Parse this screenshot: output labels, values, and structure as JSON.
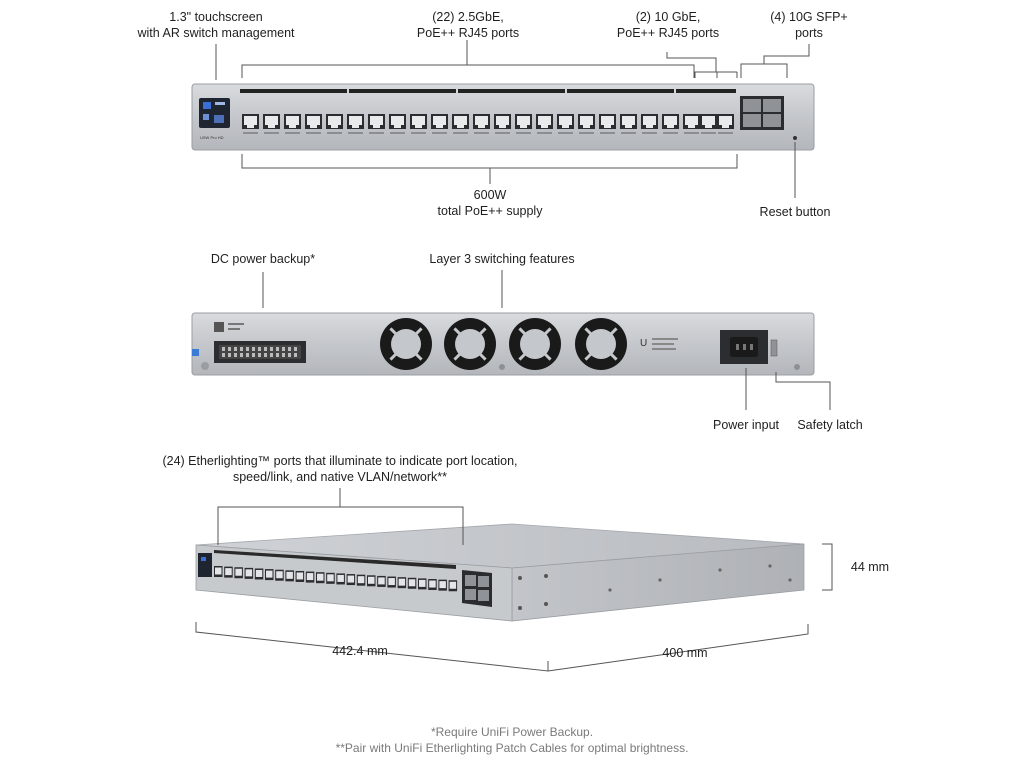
{
  "front_callouts": {
    "touchscreen": [
      "1.3\" touchscreen",
      "with AR switch management"
    ],
    "ports_25gbe": [
      "(22) 2.5GbE,",
      "PoE++ RJ45 ports"
    ],
    "ports_10gbe": [
      "(2)  10 GbE,",
      "PoE++ RJ45 ports"
    ],
    "ports_sfp": [
      "(4) 10G SFP+",
      "ports"
    ],
    "poe_supply": [
      "600W",
      "total PoE++ supply"
    ],
    "reset_button": "Reset button"
  },
  "rear_callouts": {
    "dc_power_backup": "DC power backup*",
    "layer3": "Layer 3 switching features",
    "power_input": "Power input",
    "safety_latch": "Safety latch"
  },
  "iso_callouts": {
    "etherlighting": [
      "(24) Etherlighting™ ports that illuminate to indicate port location,",
      "speed/link, and native VLAN/network**"
    ],
    "height": "44 mm",
    "width": "442.4 mm",
    "depth": "400 mm"
  },
  "footnotes": [
    "*Require UniFi Power Backup.",
    "**Pair with UniFi Etherlighting Patch Cables for optimal brightness."
  ],
  "colors": {
    "chassis": "#c9ccd0",
    "chassis_dark": "#9ea2a7",
    "callout_line": "#555555",
    "fan": "#1a1a1a",
    "footnote": "#7a7a7a"
  }
}
